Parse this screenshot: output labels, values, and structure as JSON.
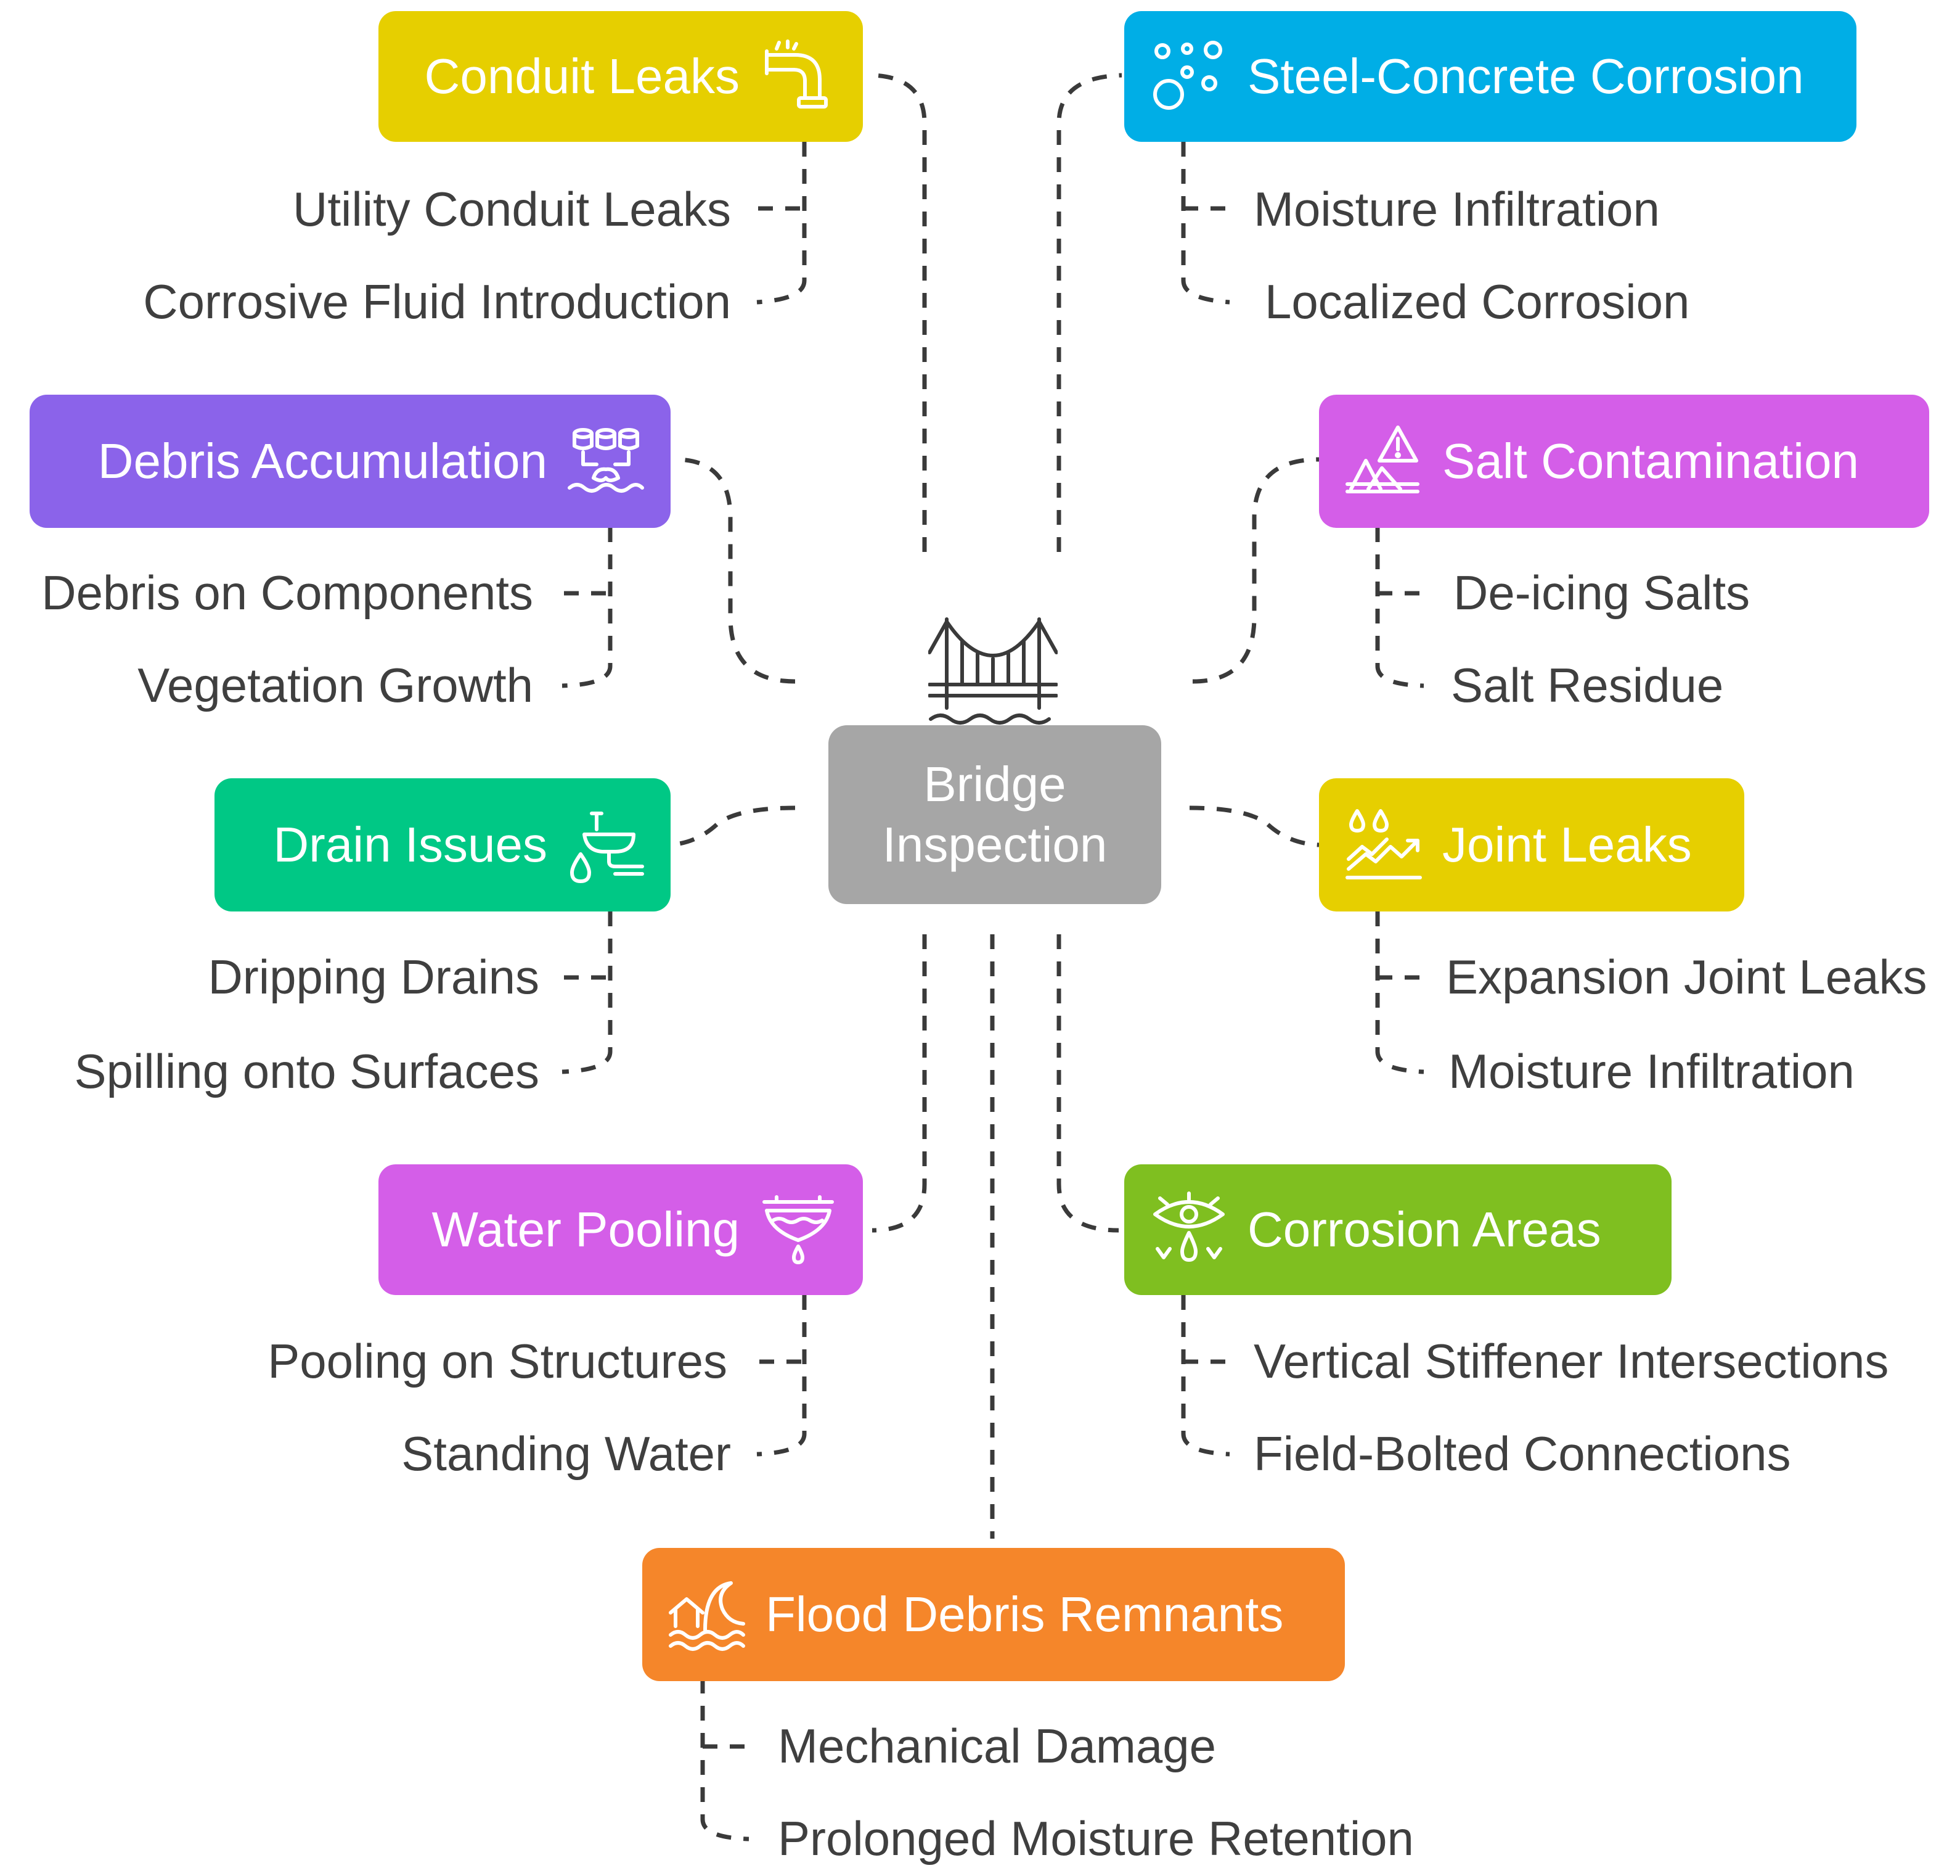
{
  "center": {
    "line1": "Bridge",
    "line2": "Inspection",
    "color": "#a6a6a6",
    "icon": "bridge-icon"
  },
  "nodes": {
    "conduit": {
      "label": "Conduit Leaks",
      "color": "#e6cf00",
      "icon": "pipe-icon",
      "subs": [
        "Utility Conduit Leaks",
        "Corrosive Fluid Introduction"
      ]
    },
    "debris": {
      "label": "Debris Accumulation",
      "color": "#8b63ea",
      "icon": "debris-icon",
      "subs": [
        "Debris on Components",
        "Vegetation Growth"
      ]
    },
    "drain": {
      "label": "Drain Issues",
      "color": "#00c885",
      "icon": "drain-icon",
      "subs": [
        "Dripping Drains",
        "Spilling onto Surfaces"
      ]
    },
    "pooling": {
      "label": "Water Pooling",
      "color": "#d45ee8",
      "icon": "water-pool-icon",
      "subs": [
        "Pooling on Structures",
        "Standing Water"
      ]
    },
    "steel": {
      "label": "Steel-Concrete Corrosion",
      "color": "#00aee6",
      "icon": "bubbles-icon",
      "subs": [
        "Moisture Infiltration",
        "Localized Corrosion"
      ]
    },
    "salt": {
      "label": "Salt Contamination",
      "color": "#d45ee8",
      "icon": "salt-warning-icon",
      "subs": [
        "De-icing Salts",
        "Salt Residue"
      ]
    },
    "joint": {
      "label": "Joint Leaks",
      "color": "#e6cf00",
      "icon": "joint-leak-icon",
      "subs": [
        "Expansion Joint Leaks",
        "Moisture Infiltration"
      ]
    },
    "corrosion": {
      "label": "Corrosion Areas",
      "color": "#7fbf20",
      "icon": "corrosion-eye-icon",
      "subs": [
        "Vertical Stiffener Intersections",
        "Field-Bolted Connections"
      ]
    },
    "flood": {
      "label": "Flood Debris Remnants",
      "color": "#f5862a",
      "icon": "flood-icon",
      "subs": [
        "Mechanical Damage",
        "Prolonged Moisture Retention"
      ]
    }
  }
}
